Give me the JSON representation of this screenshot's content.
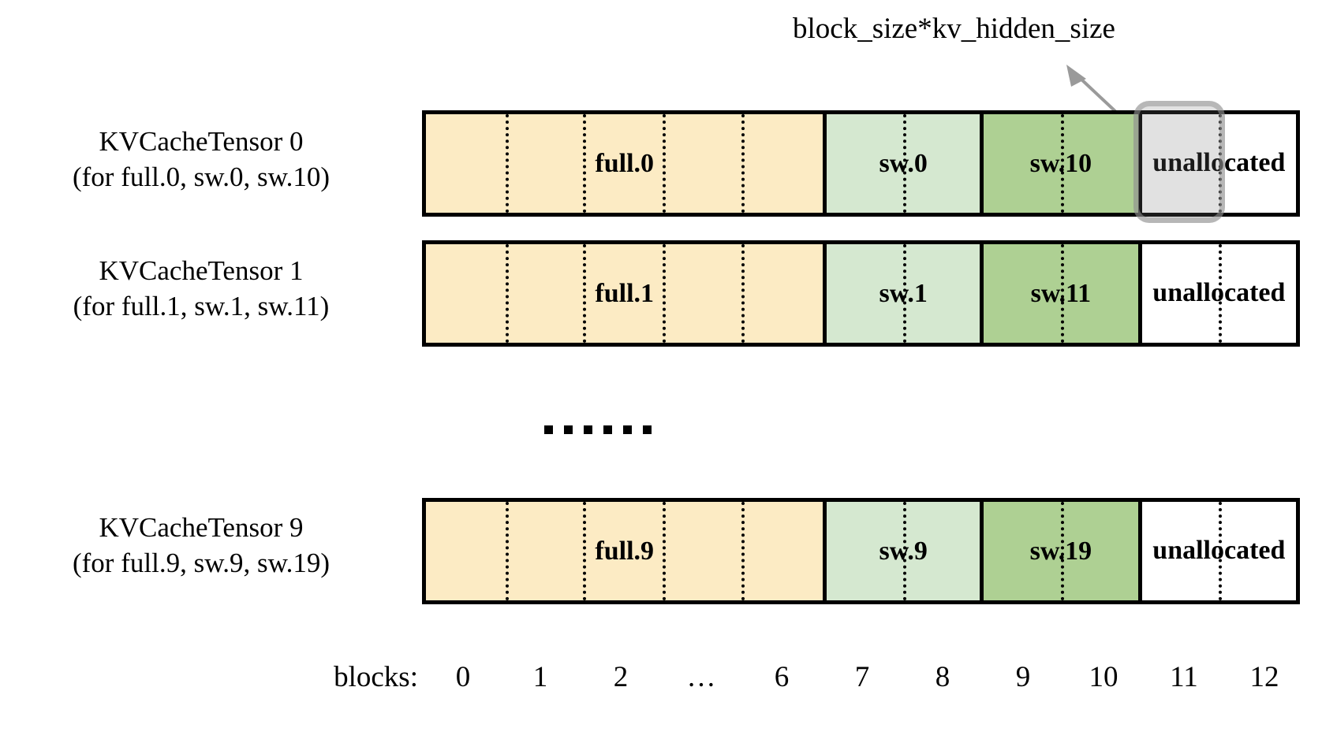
{
  "figure": {
    "annotation": "block_size*kv_hidden_size",
    "ellipsis": "......",
    "colors": {
      "full": "#fcebc4",
      "sw_light": "#d5e8d0",
      "sw_dark": "#aed093",
      "unallocated": "#ffffff",
      "border": "#000000",
      "highlight": "#969696"
    }
  },
  "rows": [
    {
      "label_line1": "KVCacheTensor 0",
      "label_line2": "(for full.0, sw.0, sw.10)",
      "segments": [
        {
          "name": "full",
          "label": "full.0"
        },
        {
          "name": "sw-light",
          "label": "sw.0"
        },
        {
          "name": "sw-dark",
          "label": "sw.10"
        },
        {
          "name": "unallocated",
          "label": "unallocated"
        }
      ]
    },
    {
      "label_line1": "KVCacheTensor 1",
      "label_line2": "(for full.1, sw.1, sw.11)",
      "segments": [
        {
          "name": "full",
          "label": "full.1"
        },
        {
          "name": "sw-light",
          "label": "sw.1"
        },
        {
          "name": "sw-dark",
          "label": "sw.11"
        },
        {
          "name": "unallocated",
          "label": "unallocated"
        }
      ]
    },
    {
      "label_line1": "KVCacheTensor 9",
      "label_line2": "(for full.9, sw.9, sw.19)",
      "segments": [
        {
          "name": "full",
          "label": "full.9"
        },
        {
          "name": "sw-light",
          "label": "sw.9"
        },
        {
          "name": "sw-dark",
          "label": "sw.19"
        },
        {
          "name": "unallocated",
          "label": "unallocated"
        }
      ]
    }
  ],
  "axis": {
    "title": "blocks:",
    "ticks": [
      "0",
      "1",
      "2",
      "…",
      "6",
      "7",
      "8",
      "9",
      "10",
      "11",
      "12"
    ]
  }
}
